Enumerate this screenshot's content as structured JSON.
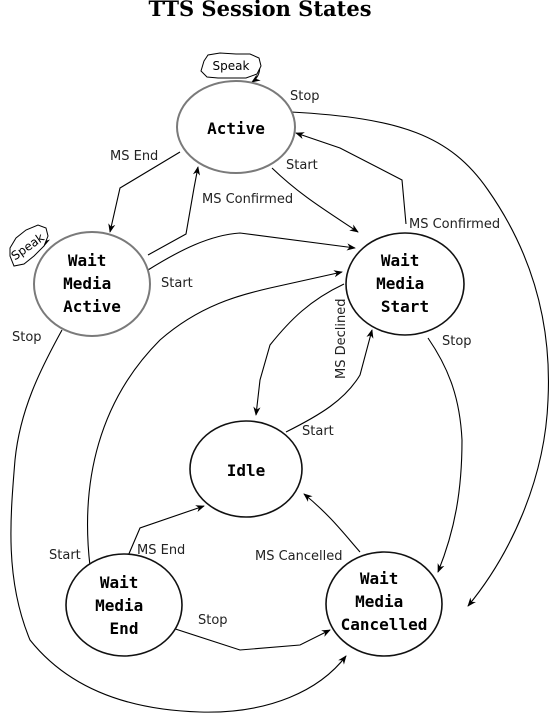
{
  "title": "TTS Session States",
  "states": {
    "active": [
      "Active"
    ],
    "wait_media_active": [
      "Wait",
      "Media",
      "Active"
    ],
    "wait_media_start": [
      "Wait",
      "Media",
      "Start"
    ],
    "idle": [
      "Idle"
    ],
    "wait_media_end": [
      "Wait",
      "Media",
      "End"
    ],
    "wait_media_cancelled": [
      "Wait",
      "Media",
      "Cancelled"
    ]
  },
  "labels": {
    "speak_active": "Speak",
    "speak_wma": "Speak",
    "stop_active": "Stop",
    "ms_end_active": "MS End",
    "start_active": "Start",
    "ms_confirmed_wma": "MS Confirmed",
    "ms_confirmed_wms": "MS Confirmed",
    "start_wma": "Start",
    "stop_wma": "Stop",
    "ms_declined": "MS Declined",
    "stop_wms": "Stop",
    "start_idle": "Start",
    "start_wme": "Start",
    "ms_end_wme": "MS End",
    "ms_cancelled": "MS Cancelled",
    "stop_wme": "Stop"
  }
}
